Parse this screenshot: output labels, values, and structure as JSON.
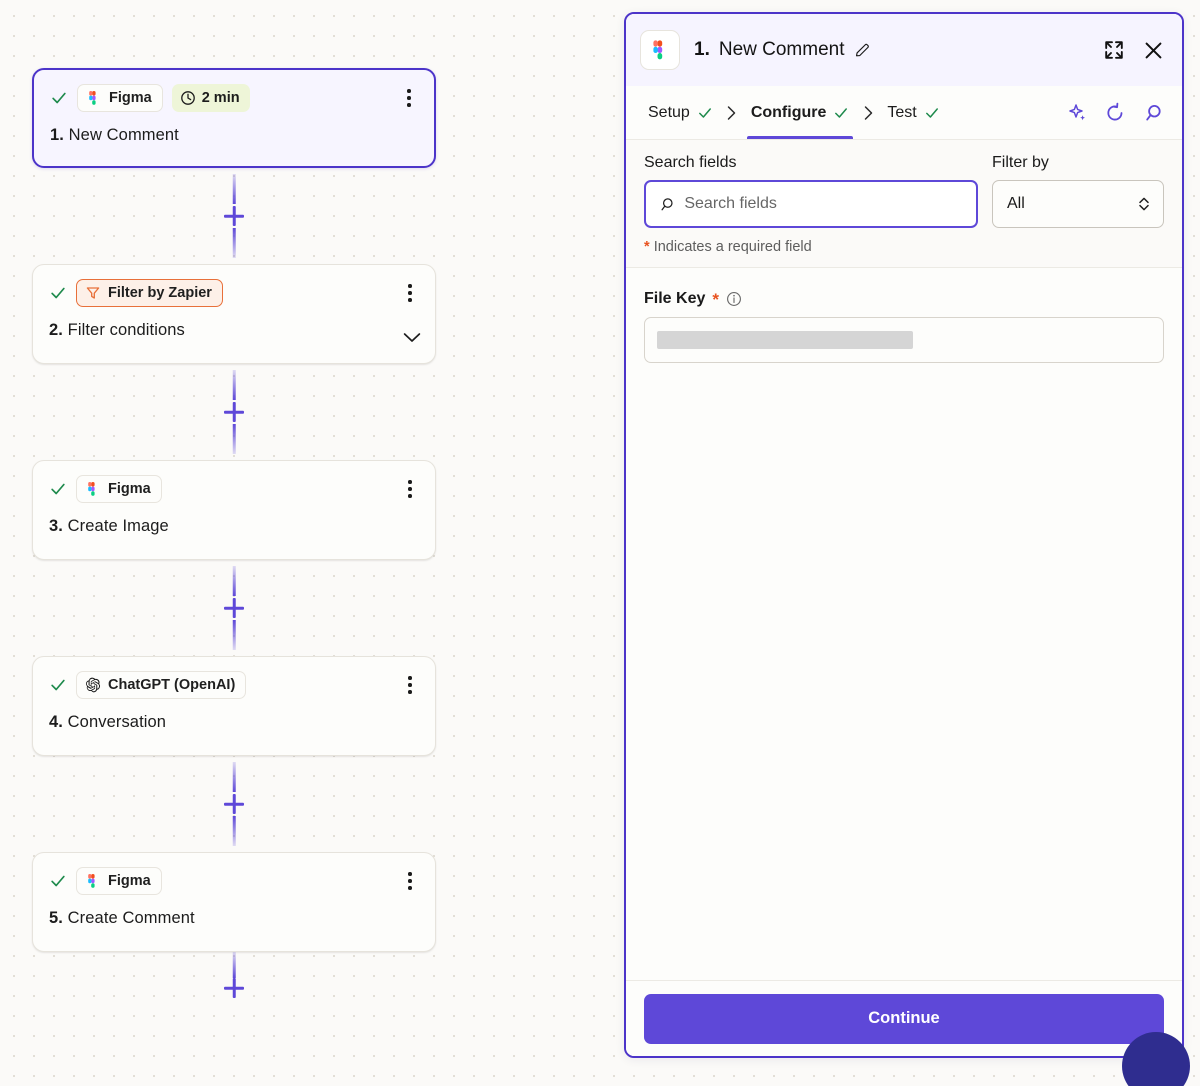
{
  "canvas": {
    "steps": [
      {
        "num": "1.",
        "title": "New Comment",
        "app": "Figma",
        "app_icon": "figma-icon",
        "badge": "2 min",
        "badge_icon": "clock-icon",
        "selected": true,
        "has_chevron": false,
        "status_icon": "check-icon"
      },
      {
        "num": "2.",
        "title": "Filter conditions",
        "app": "Filter by Zapier",
        "app_icon": "funnel-icon",
        "badge": null,
        "selected": false,
        "has_chevron": true,
        "status_icon": "check-icon"
      },
      {
        "num": "3.",
        "title": "Create Image",
        "app": "Figma",
        "app_icon": "figma-icon",
        "badge": null,
        "selected": false,
        "has_chevron": false,
        "status_icon": "check-icon"
      },
      {
        "num": "4.",
        "title": "Conversation",
        "app": "ChatGPT (OpenAI)",
        "app_icon": "openai-icon",
        "badge": null,
        "selected": false,
        "has_chevron": false,
        "status_icon": "check-icon"
      },
      {
        "num": "5.",
        "title": "Create Comment",
        "app": "Figma",
        "app_icon": "figma-icon",
        "badge": null,
        "selected": false,
        "has_chevron": false,
        "status_icon": "check-icon"
      }
    ],
    "add_step_icon": "plus-icon",
    "kebab_icon": "kebab-menu-icon"
  },
  "panel": {
    "header": {
      "app_icon": "figma-icon",
      "step_num": "1.",
      "title": "New Comment",
      "edit_icon": "pencil-icon",
      "expand_icon": "expand-icon",
      "close_icon": "close-icon"
    },
    "tabs": [
      {
        "label": "Setup",
        "active": false,
        "done": true
      },
      {
        "label": "Configure",
        "active": true,
        "done": true
      },
      {
        "label": "Test",
        "active": false,
        "done": true
      }
    ],
    "tab_separator": "›",
    "tools": [
      {
        "name": "ai-sparkle-icon"
      },
      {
        "name": "refresh-icon"
      },
      {
        "name": "search-icon"
      }
    ],
    "search": {
      "label": "Search fields",
      "placeholder": "Search fields",
      "value": "",
      "icon": "search-icon"
    },
    "filter": {
      "label": "Filter by",
      "value": "All",
      "chevron_icon": "chevron-updown-icon"
    },
    "required_note": "Indicates a required field",
    "required_marker": "*",
    "fields": [
      {
        "label": "File Key",
        "required": true,
        "required_marker": "*",
        "info_icon": "info-icon",
        "value": "",
        "redacted": true
      }
    ],
    "footer": {
      "continue_label": "Continue"
    }
  },
  "chat": {
    "icon": "chat-bubble-icon"
  },
  "colors": {
    "accent_purple": "#5e48d8",
    "panel_border": "#4c34c9",
    "filter_orange": "#e8703a",
    "badge_green": "#eef5d8",
    "check_green": "#1e8a4c",
    "required_orange": "#e8521f",
    "canvas_bg": "#fbfaf8"
  }
}
